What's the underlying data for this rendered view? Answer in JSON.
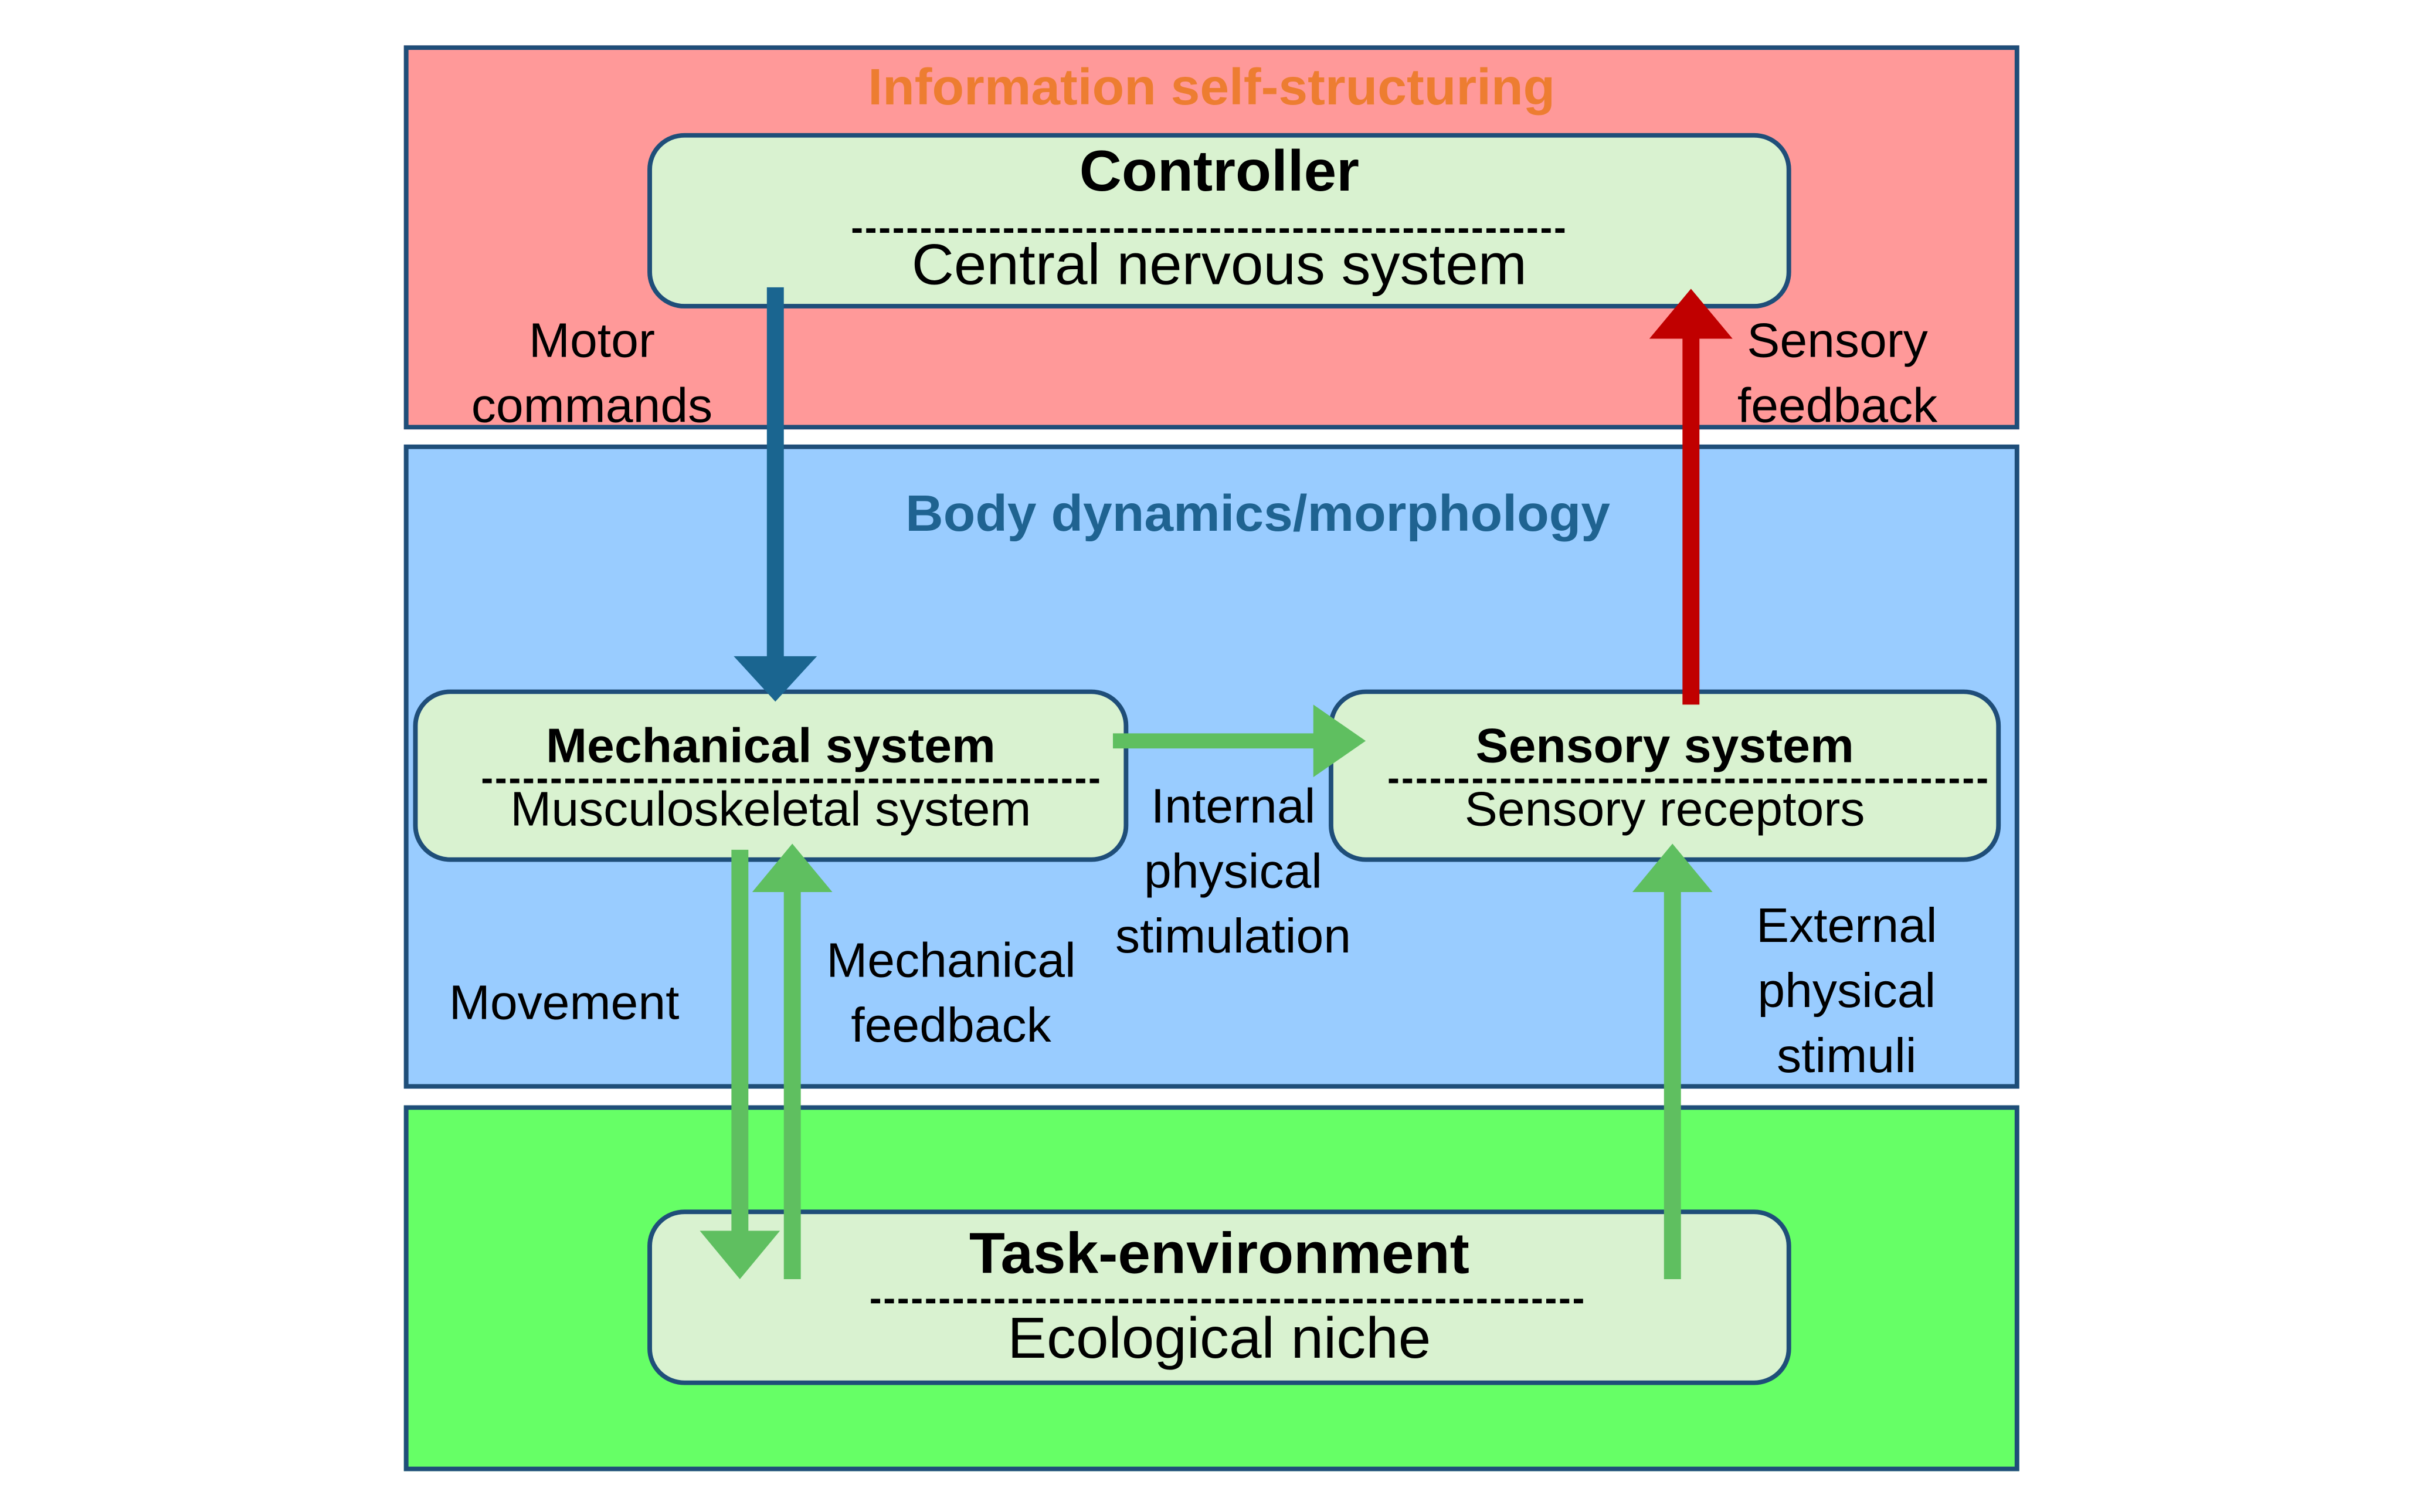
{
  "layers": {
    "info": {
      "title": "Information self-structuring",
      "bg": "#ff9999",
      "title_color": "#ed7d31"
    },
    "body": {
      "title": "Body dynamics/morphology",
      "bg": "#99ccff",
      "title_color": "#1f6391"
    },
    "env": {
      "bg": "#66ff66"
    }
  },
  "boxes": {
    "controller": {
      "title": "Controller",
      "subtitle": "Central nervous system"
    },
    "mechanical": {
      "title": "Mechanical system",
      "subtitle": "Musculoskeletal system"
    },
    "sensory": {
      "title": "Sensory system",
      "subtitle": "Sensory receptors"
    },
    "task": {
      "title": "Task-environment",
      "subtitle": "Ecological niche"
    }
  },
  "labels": {
    "motor_commands": [
      "Motor",
      "commands"
    ],
    "sensory_feedback": [
      "Sensory",
      "feedback"
    ],
    "internal_stimulation": [
      "Internal",
      "physical",
      "stimulation"
    ],
    "movement": "Movement",
    "mechanical_feedback": [
      "Mechanical",
      "feedback"
    ],
    "external_stimuli": [
      "External",
      "physical",
      "stimuli"
    ]
  },
  "colors": {
    "motor_arrow": "#1a6590",
    "feedback_arrow": "#c00000",
    "green_arrow": "#5fbf60",
    "box_fill": "#d9f2d0",
    "border": "#1f4e79"
  }
}
